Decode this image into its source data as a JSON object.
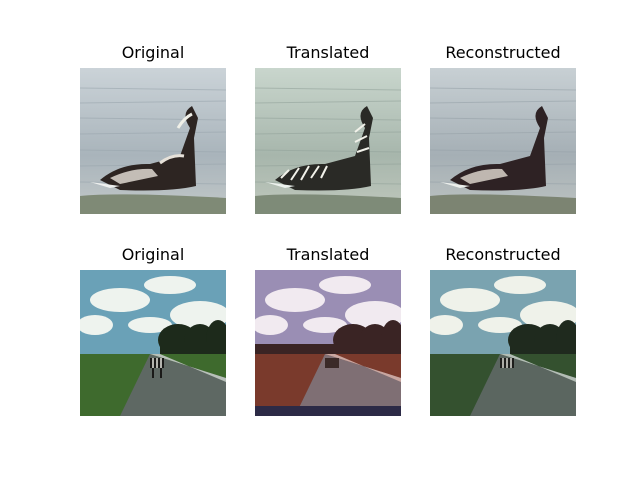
{
  "rows": [
    {
      "subject": "zebra lying in water",
      "panels": [
        {
          "title": "Original"
        },
        {
          "title": "Translated"
        },
        {
          "title": "Reconstructed"
        }
      ]
    },
    {
      "subject": "zebra on road with trees and cloudy sky",
      "panels": [
        {
          "title": "Original"
        },
        {
          "title": "Translated"
        },
        {
          "title": "Reconstructed"
        }
      ]
    }
  ]
}
